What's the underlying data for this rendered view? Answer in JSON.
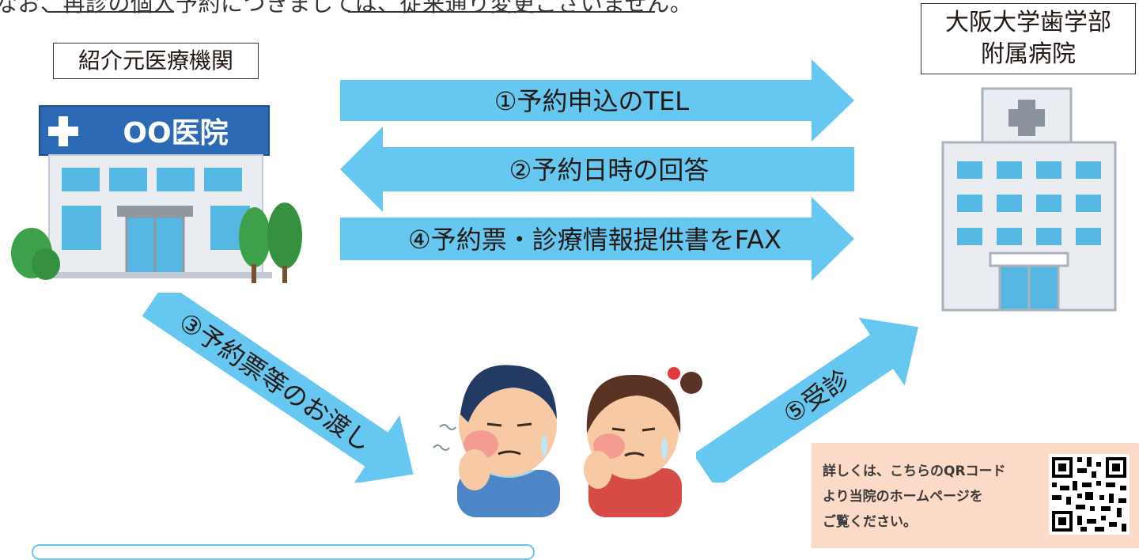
{
  "top_note": {
    "text": "なお、再診の個人予約につきましては、従来通り変更ございません。"
  },
  "referring_label": "紹介元医療機関",
  "clinic_sign": "OO医院",
  "hospital_label_line1": "大阪大学歯学部",
  "hospital_label_line2": "附属病院",
  "steps": {
    "step1": "①予約申込のTEL",
    "step2": "②予約日時の回答",
    "step3": "③予約票等のお渡し",
    "step4": "④予約票・診療情報提供書をFAX",
    "step5": "⑤受診"
  },
  "qr_note": {
    "line1": "詳しくは、こちらのQRコード",
    "line2": "より当院のホームページを",
    "line3": "ご覧ください。"
  },
  "colors": {
    "arrow": "#66c8f0",
    "sign_bg": "#2d6ab5",
    "building": "#e9edf2",
    "window": "#56b8e2",
    "tree": "#3fa04b",
    "panel_bg": "#fbdac7"
  }
}
